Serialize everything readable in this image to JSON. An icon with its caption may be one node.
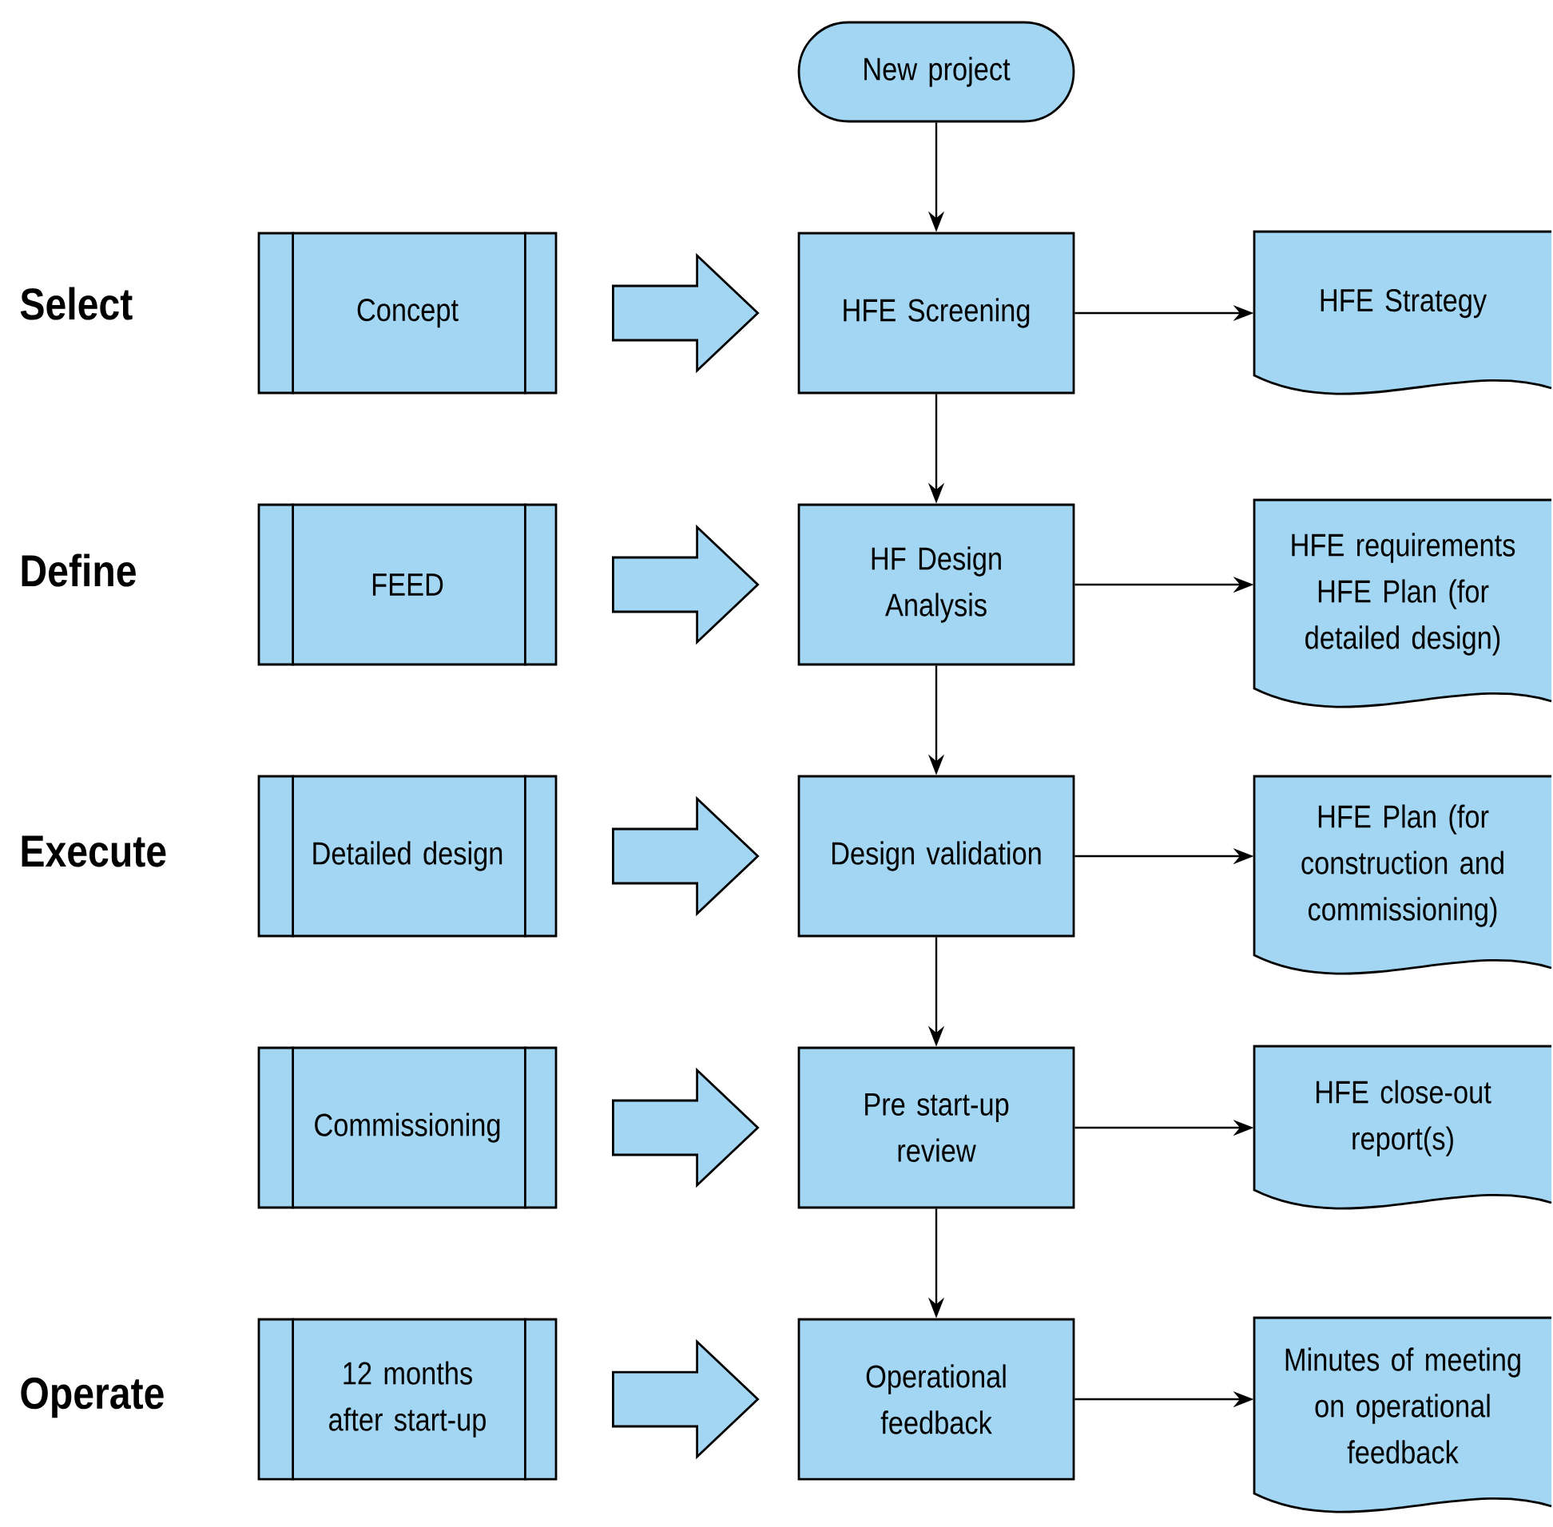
{
  "diagram": {
    "nodes": [
      {
        "text": [
          "New project"
        ]
      },
      {
        "text": [
          "Concept"
        ]
      },
      {
        "text": [
          "HFE Screening"
        ]
      },
      {
        "text": [
          "HFE Strategy"
        ]
      },
      {
        "text": [
          "FEED"
        ]
      },
      {
        "text": [
          "HF Design Analysis"
        ]
      },
      {
        "text": [
          "HFE requirements",
          "HFE Plan (for detailed design)"
        ]
      },
      {
        "text": [
          "Detailed design"
        ]
      },
      {
        "text": [
          "Design validation"
        ]
      },
      {
        "text": [
          "HFE Plan (for construction and commissioning)"
        ]
      },
      {
        "text": [
          "Commissioning"
        ]
      },
      {
        "text": [
          "Pre start-up review"
        ]
      },
      {
        "text": [
          "HFE close-out report(s)"
        ]
      },
      {
        "text": [
          "12 months after start-up"
        ]
      },
      {
        "text": [
          "Operational feedback"
        ]
      },
      {
        "text": [
          "Minutes of meeting on operational feedback"
        ]
      }
    ],
    "edges": [
      {
        "from": 0,
        "to": 2,
        "arrow": "to"
      },
      {
        "from": 1,
        "to": 2,
        "arrow": "to",
        "style": "thick"
      },
      {
        "from": 2,
        "to": 3,
        "arrow": "to"
      },
      {
        "from": 2,
        "to": 5,
        "arrow": "to"
      },
      {
        "from": 4,
        "to": 5,
        "arrow": "to",
        "style": "thick"
      },
      {
        "from": 5,
        "to": 6,
        "arrow": "to"
      },
      {
        "from": 5,
        "to": 8,
        "arrow": "to"
      },
      {
        "from": 7,
        "to": 8,
        "arrow": "to",
        "style": "thick"
      },
      {
        "from": 8,
        "to": 9,
        "arrow": "to"
      },
      {
        "from": 8,
        "to": 11,
        "arrow": "to"
      },
      {
        "from": 10,
        "to": 11,
        "arrow": "to",
        "style": "thick"
      },
      {
        "from": 11,
        "to": 12,
        "arrow": "to"
      },
      {
        "from": 11,
        "to": 14,
        "arrow": "to"
      },
      {
        "from": 13,
        "to": 14,
        "arrow": "to",
        "style": "thick"
      },
      {
        "from": 14,
        "to": 15,
        "arrow": "to"
      }
    ],
    "labels": [
      "Select",
      "Define",
      "Execute",
      "Operate"
    ]
  }
}
